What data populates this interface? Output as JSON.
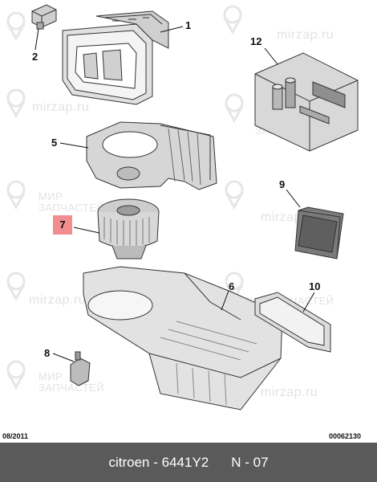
{
  "diagram": {
    "callouts": [
      "1",
      "2",
      "5",
      "7",
      "9",
      "12",
      "6",
      "10",
      "8"
    ],
    "highlight_color": "#f28e8e",
    "watermark": {
      "site": "mirzap.ru",
      "line1": "МИР",
      "line2": "ЗАПЧАСТЕЙ",
      "line_combined": "МИР ЗАПЧАСТЕЙ"
    },
    "date_code": "08/2011",
    "ref_code": "00062130"
  },
  "footer": {
    "brand": "citroen",
    "dash": "-",
    "part": "6441Y2",
    "nref": "N - 07",
    "bg": "#5a5a5a"
  }
}
